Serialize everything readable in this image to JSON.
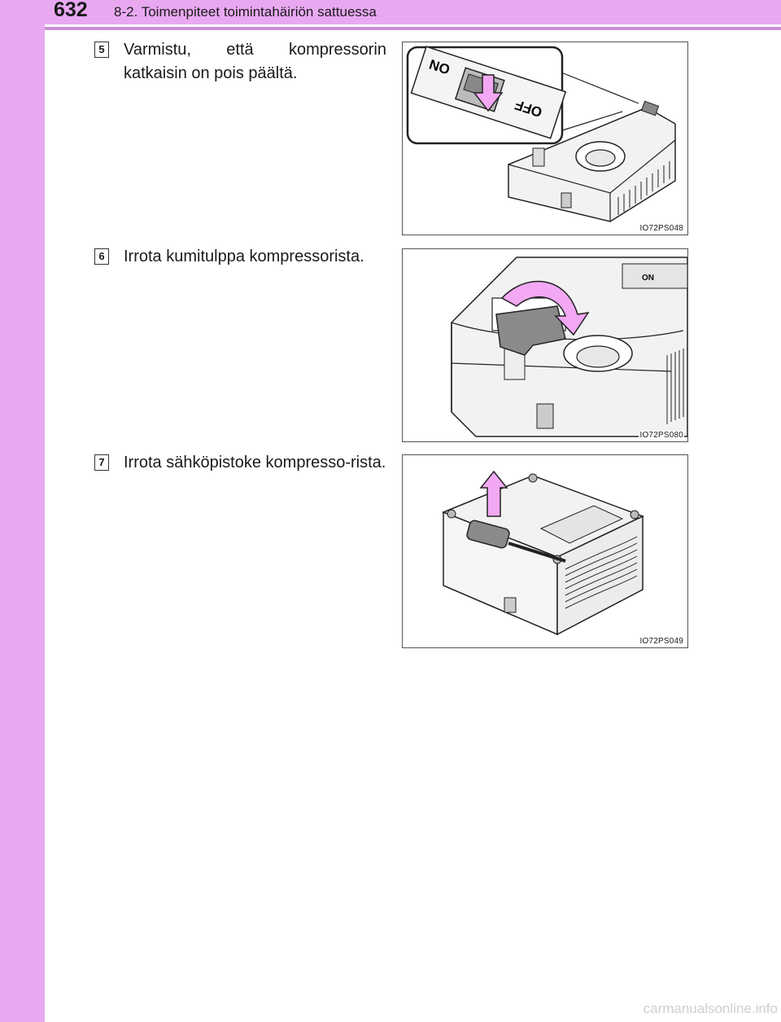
{
  "header": {
    "page_number": "632",
    "section_title": "8-2. Toimenpiteet toimintahäiriön sattuessa"
  },
  "steps": [
    {
      "number": "5",
      "text": "Varmistu, että kompressorin katkaisin on pois päältä.",
      "figure": {
        "code": "IO72PS048",
        "switch_on": "ON",
        "switch_off": "OFF"
      }
    },
    {
      "number": "6",
      "text": "Irrota kumitulppa kompressorista.",
      "figure": {
        "code": "IO72PS080",
        "switch_label": "ON"
      }
    },
    {
      "number": "7",
      "text": "Irrota sähköpistoke kompresso-rista.",
      "figure": {
        "code": "IO72PS049"
      }
    }
  ],
  "footer": {
    "watermark": "carmanualsonline.info"
  },
  "colors": {
    "band": "#e9a9f1",
    "rule": "#c98fd4",
    "arrow_fill": "#f2a8f2"
  }
}
